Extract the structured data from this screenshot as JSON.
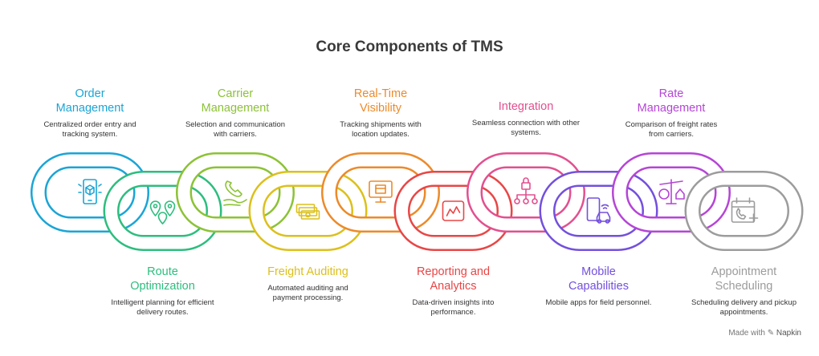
{
  "title": "Core Components of TMS",
  "components": [
    {
      "name": "Order\nManagement",
      "description": "Centralized order entry and tracking system.",
      "color": "#1aa5d6",
      "icon": "mobile-package-icon",
      "position": "top"
    },
    {
      "name": "Route\nOptimization",
      "description": "Intelligent planning for efficient delivery routes.",
      "color": "#2dbd7e",
      "icon": "map-pins-icon",
      "position": "bottom"
    },
    {
      "name": "Carrier\nManagement",
      "description": "Selection and communication with carriers.",
      "color": "#8cc236",
      "icon": "hand-phone-icon",
      "position": "top"
    },
    {
      "name": "Freight Auditing",
      "description": "Automated auditing and payment processing.",
      "color": "#dcc01c",
      "icon": "money-stack-icon",
      "position": "bottom"
    },
    {
      "name": "Real-Time\nVisibility",
      "description": "Tracking shipments with location updates.",
      "color": "#ec8a2a",
      "icon": "monitor-box-icon",
      "position": "top"
    },
    {
      "name": "Reporting and\nAnalytics",
      "description": "Data-driven insights into performance.",
      "color": "#e84646",
      "icon": "chart-icon",
      "position": "bottom"
    },
    {
      "name": "Integration",
      "description": "Seamless connection with other systems.",
      "color": "#e2508f",
      "icon": "network-lock-icon",
      "position": "top"
    },
    {
      "name": "Mobile\nCapabilities",
      "description": "Mobile apps for field personnel.",
      "color": "#7350dd",
      "icon": "mobile-car-icon",
      "position": "bottom"
    },
    {
      "name": "Rate\nManagement",
      "description": "Comparison of freight rates from carriers.",
      "color": "#b545d6",
      "icon": "scale-icon",
      "position": "top"
    },
    {
      "name": "Appointment\nScheduling",
      "description": "Scheduling delivery and pickup appointments.",
      "color": "#9c9c9c",
      "icon": "calendar-phone-icon",
      "position": "bottom"
    }
  ],
  "footer": {
    "prefix": "Made with",
    "brand": "Napkin"
  }
}
